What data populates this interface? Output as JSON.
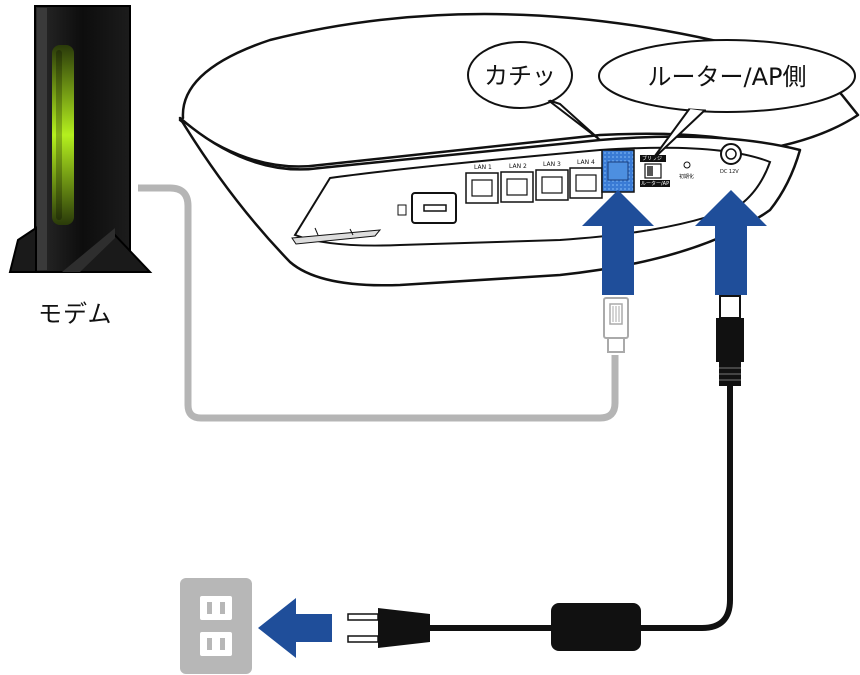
{
  "callouts": {
    "click": "カチッ",
    "router_ap_side": "ルーター/AP側"
  },
  "devices": {
    "modem_label": "モデム"
  },
  "router_ports": {
    "lan": [
      "LAN 1",
      "LAN 2",
      "LAN 3",
      "LAN 4"
    ],
    "switch_top": "ブリッジ",
    "switch_bottom": "ルーター/AP",
    "reset": "初期化",
    "dc": "DC 12V"
  },
  "colors": {
    "arrow_blue": "#1f4e9a",
    "lan_cable_gray": "#b5b5b5",
    "wan_port_blue": "#3a7bd5",
    "modem_led": "#b4f01e"
  }
}
